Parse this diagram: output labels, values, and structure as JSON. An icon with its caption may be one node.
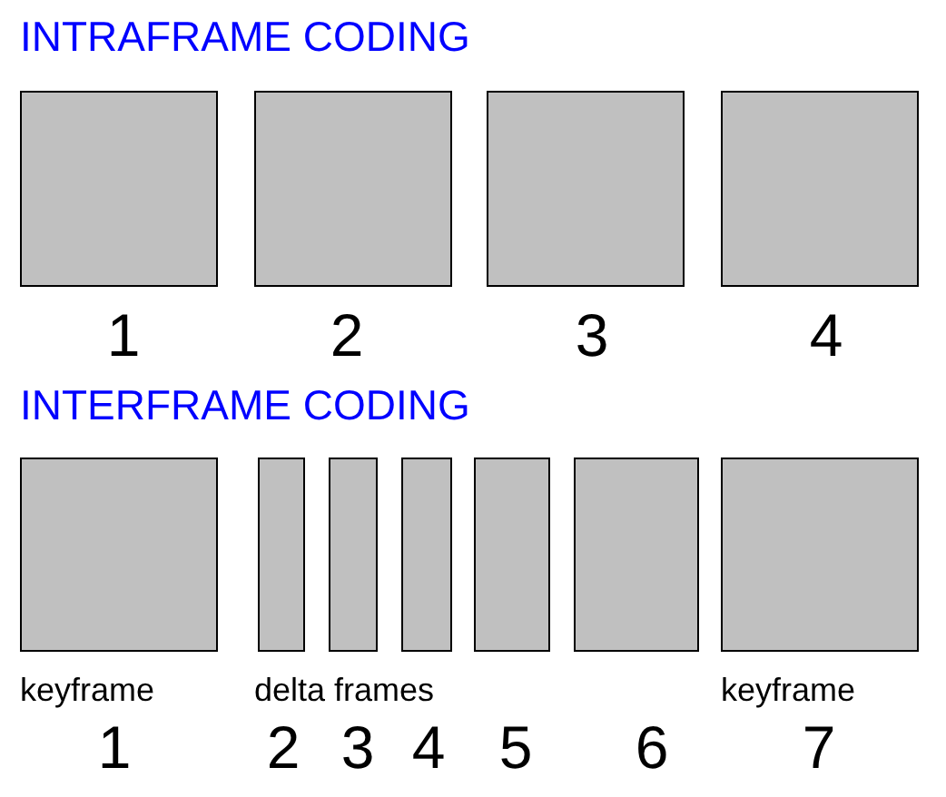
{
  "diagram": {
    "nodes": [
      {
        "text": [],
        "shape": "box",
        "beside": [
          "1"
        ]
      },
      {
        "text": [],
        "shape": "box",
        "beside": [
          "2"
        ]
      },
      {
        "text": [],
        "shape": "box",
        "beside": [
          "3"
        ]
      },
      {
        "text": [],
        "shape": "box",
        "beside": [
          "4"
        ]
      },
      {
        "text": [],
        "shape": "box",
        "beside": [
          "keyframe",
          "1"
        ]
      },
      {
        "text": [],
        "shape": "box",
        "beside": [
          "2"
        ]
      },
      {
        "text": [],
        "shape": "box",
        "beside": [
          "3"
        ]
      },
      {
        "text": [],
        "shape": "box",
        "beside": [
          "4"
        ]
      },
      {
        "text": [],
        "shape": "box",
        "beside": [
          "5"
        ]
      },
      {
        "text": [],
        "shape": "box",
        "beside": [
          "6"
        ]
      },
      {
        "text": [],
        "shape": "box",
        "beside": [
          "keyframe",
          "7"
        ]
      }
    ],
    "labels": [
      "INTRAFRAME CODING",
      "INTERFRAME CODING",
      "delta frames"
    ]
  }
}
